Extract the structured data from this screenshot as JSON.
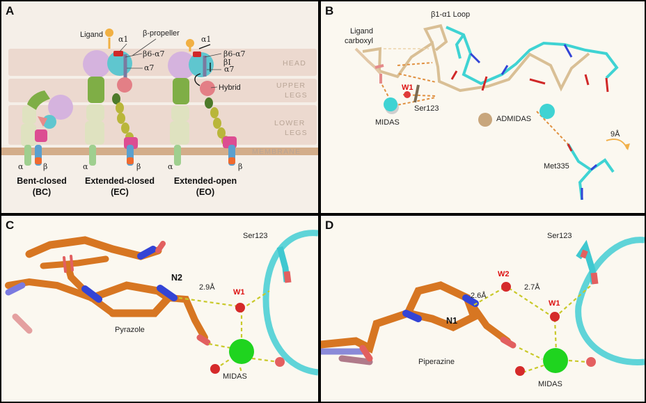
{
  "panels": {
    "A": {
      "label": "A",
      "bands": [
        "HEAD",
        "UPPER LEGS",
        "LOWER LEGS",
        "MEMBRANE"
      ],
      "upper_legs": [
        "UPPER",
        "LEGS"
      ],
      "lower_legs": [
        "LOWER",
        "LEGS"
      ],
      "labels": {
        "ligand": "Ligand",
        "alpha1_ec": "α1",
        "bprop": "β-propeller",
        "b6a7_ec": "β6-α7",
        "a7_ec": "α7",
        "alpha1_eo": "α1",
        "b6a7_eo": "β6-α7",
        "bI": "βI",
        "a7_eo": "α7",
        "hybrid": "Hybrid",
        "alpha": "α",
        "beta": "β"
      },
      "states": [
        {
          "name": "Bent-closed",
          "abbr": "(BC)"
        },
        {
          "name": "Extended-closed",
          "abbr": "(EC)"
        },
        {
          "name": "Extended-open",
          "abbr": "(EO)"
        }
      ]
    },
    "B": {
      "label": "B",
      "labels": {
        "loop": "β1-α1 Loop",
        "ligand_carboxyl_1": "Ligand",
        "ligand_carboxyl_2": "carboxyl",
        "w1": "W1",
        "ser123": "Ser123",
        "midas": "MIDAS",
        "admidas": "ADMIDAS",
        "dist": "9Å",
        "met335": "Met335"
      }
    },
    "C": {
      "label": "C",
      "labels": {
        "ser123": "Ser123",
        "n2": "N2",
        "dist": "2.9Å",
        "w1": "W1",
        "pyrazole": "Pyrazole",
        "midas": "MIDAS"
      }
    },
    "D": {
      "label": "D",
      "labels": {
        "ser123": "Ser123",
        "w2": "W2",
        "dist1": "2.6Å",
        "dist2": "2.7Å",
        "w1": "W1",
        "n1": "N1",
        "piperazine": "Piperazine",
        "midas": "MIDAS"
      }
    }
  },
  "colors": {
    "cyan": "#3fd3d3",
    "tan": "#d9bf95",
    "orange": "#e07f22",
    "blue": "#3344d6",
    "red": "#d02828",
    "green": "#22cc22",
    "gold": "#f1b043",
    "pink": "#dc4d92"
  }
}
